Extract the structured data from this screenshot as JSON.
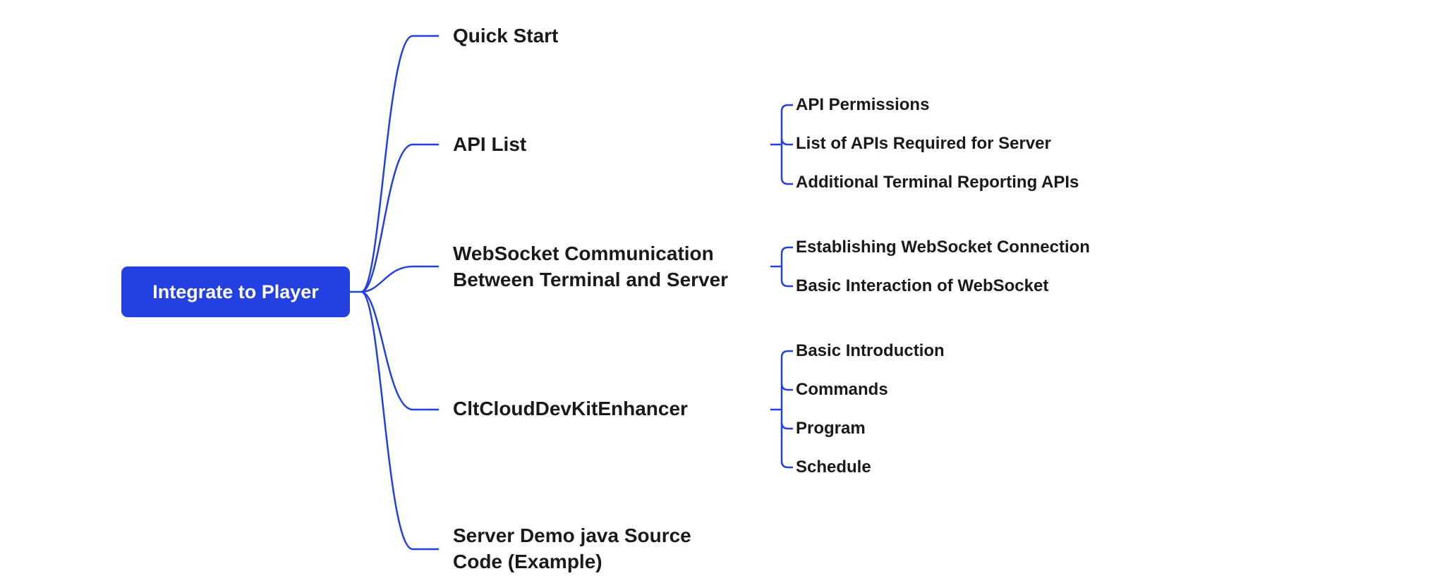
{
  "root": {
    "label": "Integrate to Player"
  },
  "topics": [
    {
      "label": "Quick Start",
      "children": []
    },
    {
      "label": "API List",
      "children": [
        "API Permissions",
        "List of APIs Required for Server",
        "Additional Terminal Reporting APIs"
      ]
    },
    {
      "label": "WebSocket Communication\nBetween Terminal and Server",
      "children": [
        "Establishing WebSocket Connection",
        "Basic Interaction of WebSocket"
      ]
    },
    {
      "label": "CltCloudDevKitEnhancer",
      "children": [
        "Basic Introduction",
        "Commands",
        "Program",
        "Schedule"
      ]
    },
    {
      "label": "Server Demo java Source\nCode (Example)",
      "children": []
    }
  ],
  "colors": {
    "accent": "#2340e0",
    "text": "#1a1a1a",
    "background": "#ffffff"
  }
}
